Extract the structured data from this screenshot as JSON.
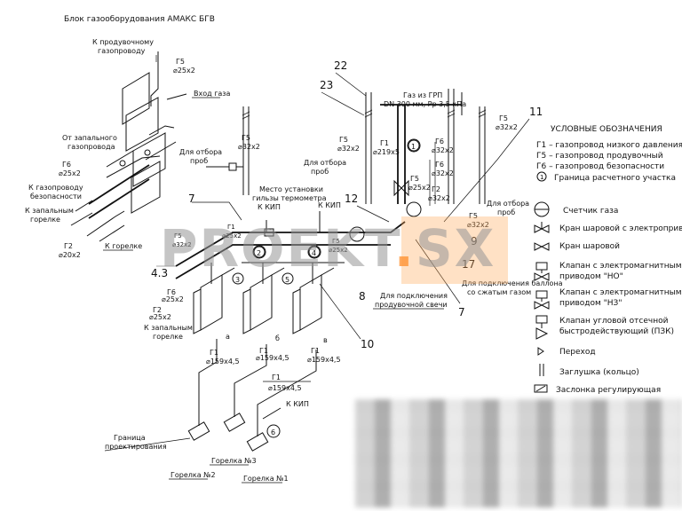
{
  "title": "Блок газооборудования АМАКС БГВ",
  "labels": {
    "k_produvochnomu": "К продувочному",
    "gazoprovodu": "газопроводу",
    "g5_25": "Г5",
    "d25x2": "⌀25х2",
    "vhod_gaza": "Вход газа",
    "g5_32": "Г5",
    "d32x2": "⌀32х2",
    "dlya_otbora": "Для отбора",
    "prob": "проб",
    "ot_zapalnogo": "От запального",
    "gazoprovoda": "газопровода",
    "g6": "Г6",
    "d25x2_b": "⌀25х2",
    "k_gazoprovodu": "К газопроводу",
    "bezopasnosti": "безопасности",
    "k_zapalnym": "К запальным",
    "gorelke": "горелке",
    "g2": "Г2",
    "d20x2": "⌀20х2",
    "k_gorelke": "К горелке",
    "mesto_ustanovki": "Место установки",
    "gilzy_termometra": "гильзы термометра",
    "k_kip": "К КИП",
    "gaz_iz_grp": "Газ из ГРП",
    "dn300": "DN 300 мм, Рр 3,5 кПа",
    "g1_219": "⌀219х5",
    "dlya_podklyucheniya_ballona": "Для подключения баллона",
    "so_szhatym_gazom": "со сжатым газом",
    "dlya_podklyucheniya": "Для подключения",
    "produvochnoy_svechi": "продувочной свечи",
    "d159x45": "⌀159х4,5",
    "granitsa": "Граница",
    "proektirovaniya": "проектирования",
    "gorelka1": "Горелка №1",
    "gorelka2": "Горелка №2",
    "gorelka3": "Горелка №3",
    "k_zapalnym_gorelke": "К запальным",
    "gorelke2": "горелке",
    "g1": "Г1",
    "a": "а",
    "b": "б",
    "v": "в"
  },
  "callouts": [
    "22",
    "23",
    "11",
    "7",
    "12",
    "9",
    "17",
    "4.3",
    "8",
    "7",
    "10"
  ],
  "circles": [
    "1",
    "2",
    "3",
    "4",
    "5",
    "6"
  ],
  "legend": {
    "title": "УСЛОВНЫЕ ОБОЗНАЧЕНИЯ",
    "lines": [
      "Г1 – газопровод низкого давления",
      "Г5 – газопровод продувочный",
      "Г6 – газопровод безопасности",
      "Граница расчетного участка"
    ],
    "symbols": [
      "Счетчик газа",
      "Кран шаровой с электроприводом",
      "Кран шаровой",
      "Клапан с электромагнитным",
      "приводом \"НО\"",
      "Клапан с электромагнитным",
      "приводом \"НЗ\"",
      "Клапан угловой отсечной",
      "быстродействующий (ПЗК)",
      "Переход",
      "Заглушка (кольцо)",
      "Заслонка регулирующая"
    ]
  },
  "watermark": {
    "text1": "PROEKT",
    "dot": ".",
    "text2": "SX"
  }
}
